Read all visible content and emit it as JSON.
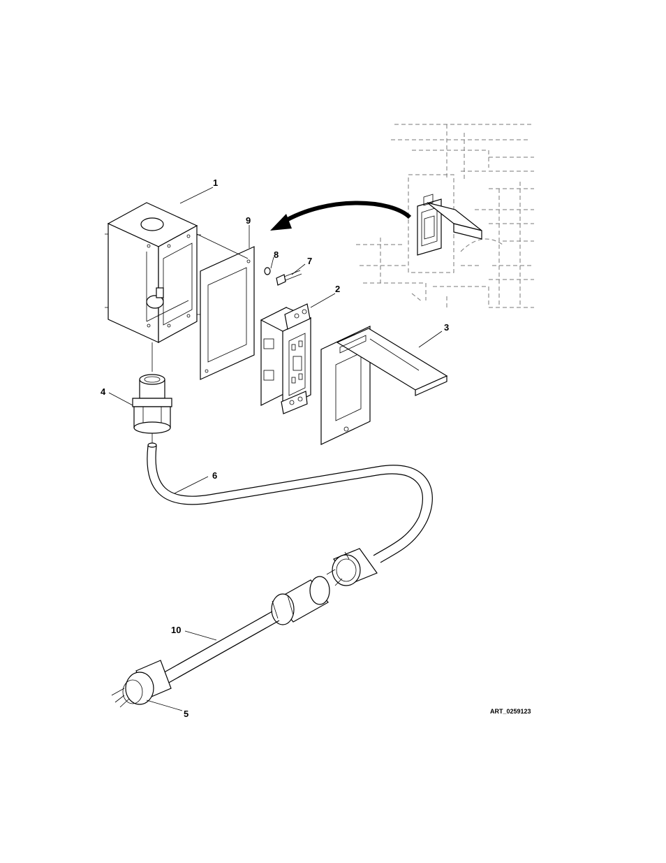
{
  "callouts": {
    "c1": "1",
    "c2": "2",
    "c3": "3",
    "c4": "4",
    "c5": "5",
    "c6": "6",
    "c7": "7",
    "c8": "8",
    "c9": "9",
    "c10": "10"
  },
  "art_id": "ART_0259123"
}
